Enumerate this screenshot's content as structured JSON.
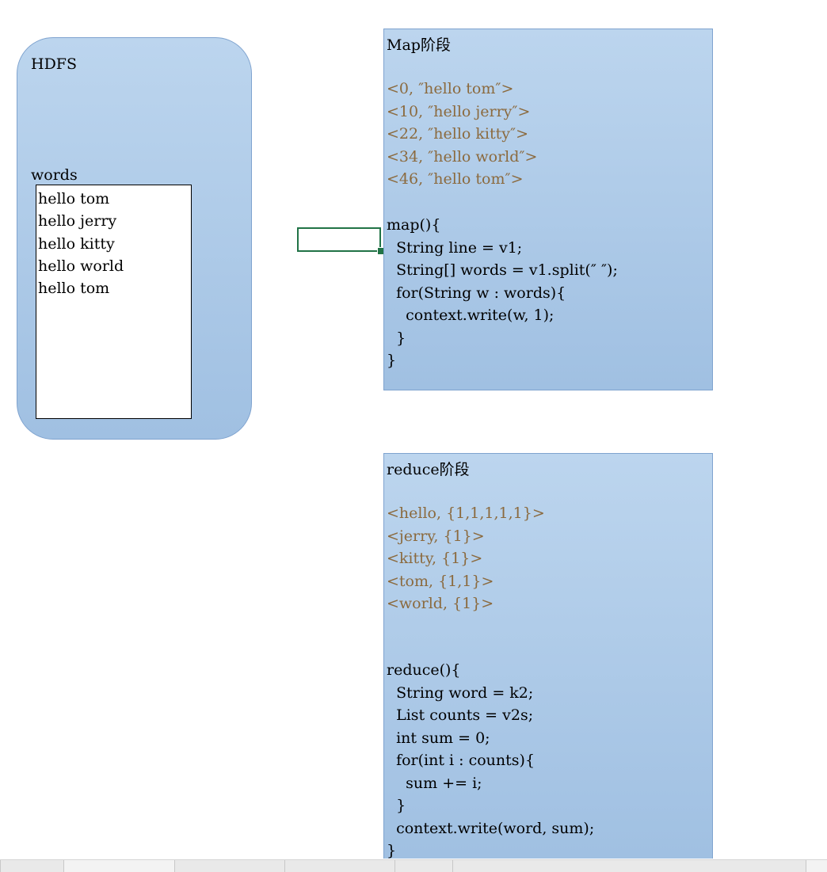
{
  "hdfs": {
    "title": "HDFS",
    "words_label": "words",
    "words_lines": "hello tom\nhello jerry\nhello kitty\nhello world\nhello tom"
  },
  "map_stage": {
    "title": "Map阶段",
    "kv_lines": "<0, ″hello tom″>\n<10, ″hello jerry″>\n<22, ″hello kitty″>\n<34, ″hello world″>\n<46, ″hello tom″>",
    "code": "map(){\n  String line = v1;\n  String[] words = v1.split(″ ″);\n  for(String w : words){\n    context.write(w, 1);\n  }\n}"
  },
  "reduce_stage": {
    "title": "reduce阶段",
    "kv_lines": "<hello, {1,1,1,1,1}>\n<jerry, {1}>\n<kitty, {1}>\n<tom, {1,1}>\n<world, {1}>",
    "code": "reduce(){\n  String word = k2;\n  List counts = v2s;\n  int sum = 0;\n  for(int i : counts){\n    sum += i;\n  }\n  context.write(word, sum);\n}"
  },
  "colors": {
    "panel_fill": "#b8d3ee",
    "kv_text": "#8b6a3e",
    "selection": "#217346"
  },
  "sheet_tabs": [
    "",
    "",
    "",
    "",
    ""
  ]
}
